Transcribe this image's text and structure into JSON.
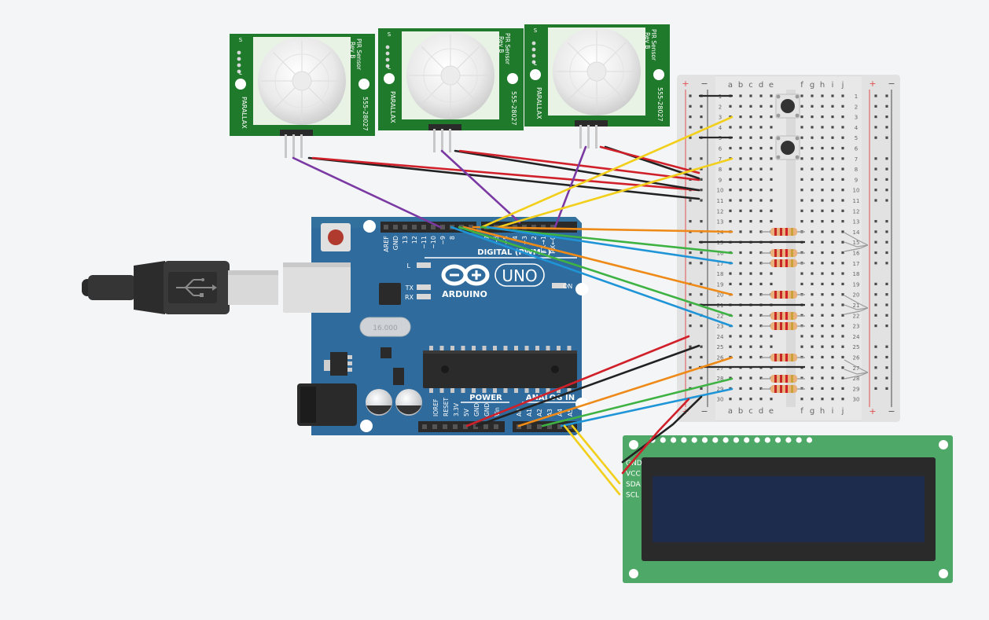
{
  "pir_sensor": {
    "pin_labels": [
      "S",
      "+",
      "L"
    ],
    "name": "PIR Sensor",
    "rev": "Rev B",
    "brand": "PARALLAX",
    "part": "555-28027"
  },
  "arduino": {
    "digital_pins": [
      "AREF",
      "GND",
      "13",
      "12",
      "~11",
      "~10",
      "~9",
      "8",
      "7",
      "~6",
      "~5",
      "4",
      "~3",
      "2",
      "TX→1",
      "RX←0"
    ],
    "digital_label": "DIGITAL (PWM~)",
    "led_l": "L",
    "led_tx": "TX",
    "led_rx": "RX",
    "on_label": "ON",
    "brand": "ARDUINO",
    "model": "UNO",
    "crystal": "16.000",
    "power_pins": [
      "IOREF",
      "RESET",
      "3.3V",
      "5V",
      "GND",
      "GND",
      "Vin"
    ],
    "power_label": "POWER",
    "analog_pins": [
      "A0",
      "A1",
      "A2",
      "A3",
      "A4",
      "A5"
    ],
    "analog_label": "ANALOG IN"
  },
  "breadboard": {
    "plus": "+",
    "minus": "−",
    "cols_left": [
      "a",
      "b",
      "c",
      "d",
      "e"
    ],
    "cols_right": [
      "f",
      "g",
      "h",
      "i",
      "j"
    ],
    "rows": 30
  },
  "lcd": {
    "pins": [
      "GND",
      "VCC",
      "SDA",
      "SCL"
    ]
  },
  "colors": {
    "background": "#f3f5f7",
    "pir_pcb": "#1f7a2c",
    "arduino_pcb": "#2f6b9c",
    "breadboard": "#e9e9e9",
    "lcd_pcb": "#4ea867",
    "lcd_screen": "#1d2b4c",
    "wire_black": "#222222",
    "wire_red": "#d0202a",
    "wire_purple": "#7b3aa3",
    "wire_yellow": "#f2cf1a",
    "wire_orange": "#ee8a18",
    "wire_green": "#3fb244",
    "wire_blue": "#1f94d6"
  }
}
